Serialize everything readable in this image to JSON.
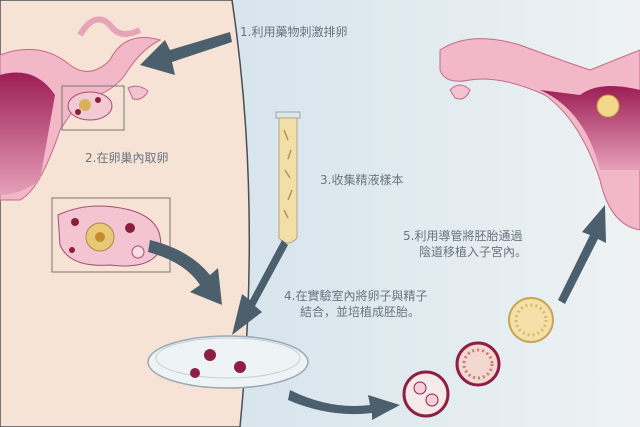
{
  "steps": [
    {
      "number": "1.",
      "text": "利用藥物刺激排卵"
    },
    {
      "number": "2.",
      "text": "在卵巢內取卵"
    },
    {
      "number": "3.",
      "text": "收集精液樣本"
    },
    {
      "number": "4.",
      "text": "在實驗室內將卵子與精子",
      "text2": "結合，並培植成胚胎。"
    },
    {
      "number": "5.",
      "text": "利用導管將胚胎通過",
      "text2": "陰道移植入子宮內。"
    }
  ],
  "colors": {
    "body": "#f7e3d6",
    "background": "#dce8ef",
    "uterus": "#b0245e",
    "arrow": "#4b5f6c",
    "label": "#6a7480"
  }
}
